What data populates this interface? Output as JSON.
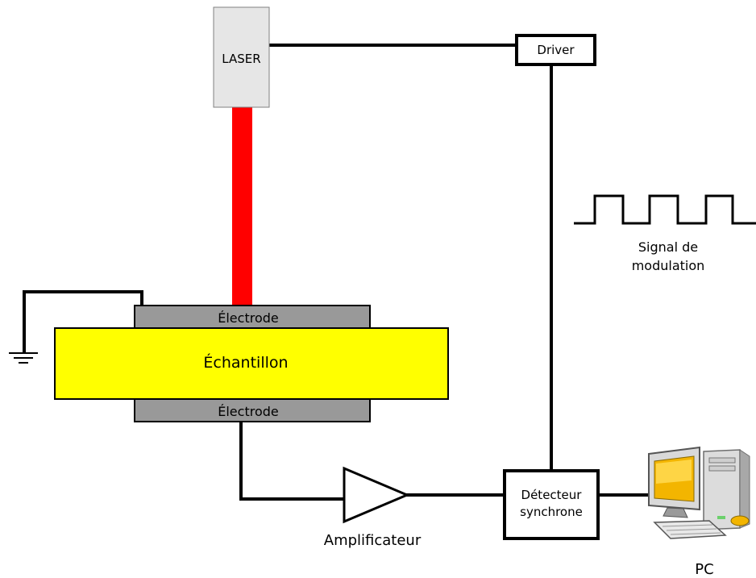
{
  "labels": {
    "laser": "LASER",
    "driver": "Driver",
    "electrode_top": "Électrode",
    "sample": "Échantillon",
    "electrode_bottom": "Électrode",
    "amplifier": "Amplificateur",
    "lockin_line1": "Détecteur",
    "lockin_line2": "synchrone",
    "signal_line1": "Signal de",
    "signal_line2": "modulation",
    "pc": "PC"
  },
  "colors": {
    "laser_beam": "#ff0000",
    "laser_body": "#e6e6e6",
    "sample": "#ffff00",
    "electrode": "#999999",
    "wire": "#000000"
  },
  "icons": {
    "ground": "ground-symbol-icon",
    "amplifier": "triangle-amplifier-icon",
    "computer": "desktop-computer-icon",
    "signal": "square-wave-icon"
  }
}
